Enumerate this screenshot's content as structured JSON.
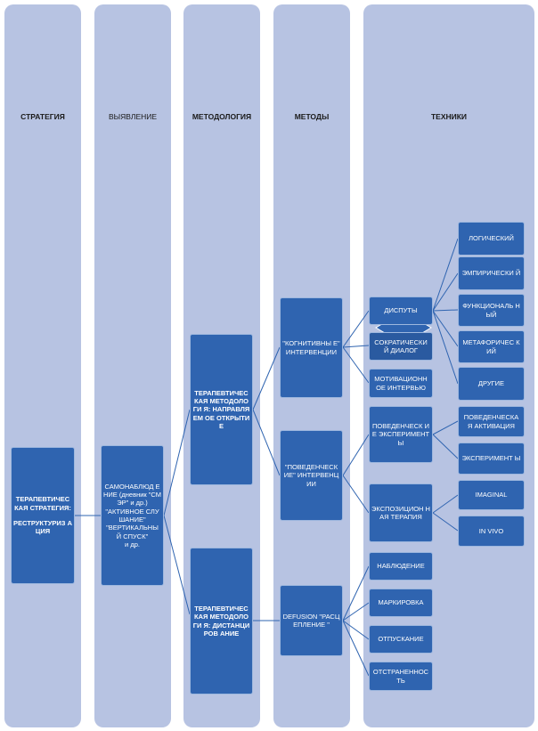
{
  "lanes": {
    "strategy": "СТРАТЕГИЯ",
    "detection": "ВЫЯВЛЕНИЕ",
    "methodology": "МЕТОДОЛОГИЯ",
    "methods": "МЕТОДЫ",
    "techniques": "ТЕХНИКИ"
  },
  "strategy_box": {
    "line1": "ТЕРАПЕВТИЧЕС КАЯ СТРАТЕГИЯ:",
    "line2": "РЕСТРУКТУРИЗ АЦИЯ"
  },
  "detection_box": {
    "line1": "САМОНАБЛЮД ЕНИЕ (дневник \"СМЭР\" и др.)",
    "line2": "\"АКТИВНОЕ СЛУШАНИЕ\"",
    "line3": "\"ВЕРТИКАЛЬНЫ Й СПУСК\"",
    "line4": "и др."
  },
  "methodology": {
    "open": "ТЕРАПЕВТИЧЕС КАЯ МЕТОДОЛОГИ Я: НАПРАВЛЯЕМ ОЕ ОТКРЫТИЕ",
    "distance": "ТЕРАПЕВТИЧЕС КАЯ МЕТОДОЛОГИ Я: ДИСТАНЦИРОВ АНИЕ"
  },
  "methods": {
    "cognitive": "\"КОГНИТИВНЫ Е\" ИНТЕРВЕНЦИИ",
    "behavioral": "\"ПОВЕДЕНЧЕСК ИЕ\" ИНТЕРВЕНЦИИ",
    "defusion": "DEFUSION \"РАСЦЕПЛЕНИЕ \""
  },
  "techniques_mid": {
    "disputes": "ДИСПУТЫ",
    "socratic": "СОКРАТИЧЕСКИ Й ДИАЛОГ",
    "motivational": "МОТИВАЦИОНН ОЕ ИНТЕРВЬЮ",
    "experiments": "ПОВЕДЕНЧЕСК ИЕ ЭКСПЕРИМЕНТ Ы",
    "exposure": "ЭКСПОЗИЦИОН НАЯ ТЕРАПИЯ",
    "observation": "НАБЛЮДЕНИЕ",
    "marking": "МАРКИРОВКА",
    "release": "ОТПУСКАНИЕ",
    "detachment": "ОТСТРАНЕННОС ТЬ"
  },
  "techniques_right": {
    "logical": "ЛОГИЧЕСКИЙ",
    "empirical": "ЭМПИРИЧЕСКИ Й",
    "functional": "ФУНКЦИОНАЛЬ НЫЙ",
    "metaphoric": "МЕТАФОРИЧЕС КИЙ",
    "other": "ДРУГИЕ",
    "behav_activation": "ПОВЕДЕНЧЕСКА Я АКТИВАЦИЯ",
    "experiments": "ЭКСПЕРИМЕНТ Ы",
    "imaginal": "IMAGINAL",
    "in_vivo": "IN VIVO"
  }
}
